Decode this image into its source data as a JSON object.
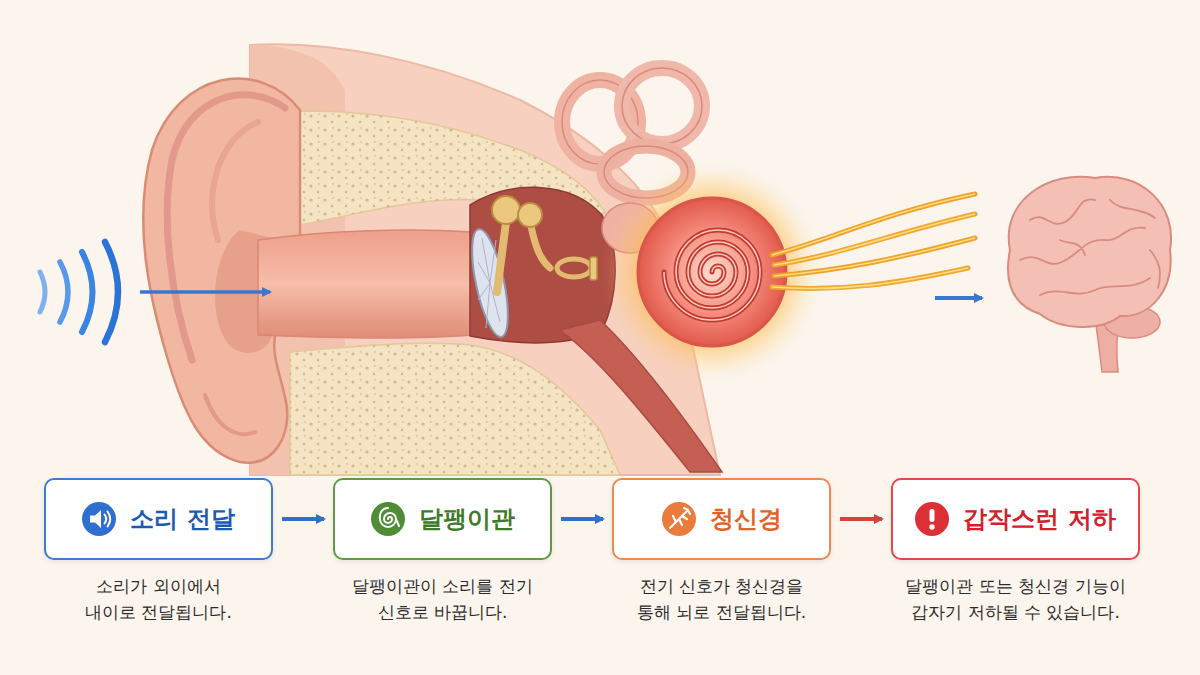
{
  "diagram": {
    "nodes": [
      {
        "text": [
          "소리 전달",
          "소리가 외이에서 내이로 전달됩니다."
        ]
      },
      {
        "text": [
          "달팽이관",
          "달팽이관이 소리를 전기 신호로 바꿉니다."
        ]
      },
      {
        "text": [
          "청신경",
          "전기 신호가 청신경을 통해 뇌로 전달됩니다."
        ]
      },
      {
        "text": [
          "갑작스런 저하",
          "달팽이관 또는 청신경 기능이 갑자기 저하될 수 있습니다."
        ]
      }
    ],
    "edges": [
      {
        "from": 0,
        "to": 1,
        "arrow": "to"
      },
      {
        "from": 1,
        "to": 2,
        "arrow": "to"
      },
      {
        "from": 2,
        "to": 3,
        "arrow": "to"
      }
    ]
  }
}
